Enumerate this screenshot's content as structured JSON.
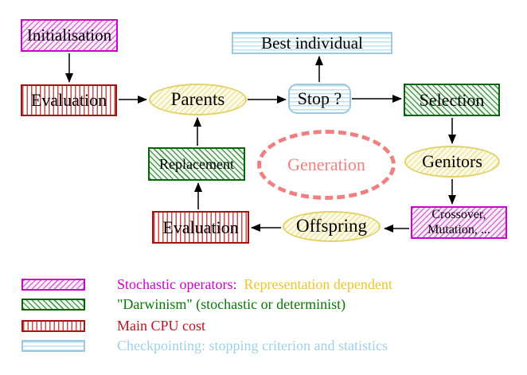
{
  "diagram": {
    "title_implicit": "Evolutionary algorithm generation loop",
    "nodes": {
      "initialisation": {
        "label": "Initialisation",
        "style": "magenta-hatch"
      },
      "evaluation_top": {
        "label": "Evaluation",
        "style": "red-stripes"
      },
      "parents": {
        "label": "Parents",
        "style": "yellow-ellipse"
      },
      "best_individual": {
        "label": "Best individual",
        "style": "cyan-stripes"
      },
      "stop": {
        "label": "Stop ?",
        "style": "cyan-stripes-rounded"
      },
      "selection": {
        "label": "Selection",
        "style": "green-hatch"
      },
      "genitors": {
        "label": "Genitors",
        "style": "yellow-ellipse"
      },
      "crossover": {
        "label_line1": "Crossover,",
        "label_line2": "Mutation, ...",
        "style": "magenta-hatch"
      },
      "offspring": {
        "label": "Offspring",
        "style": "yellow-ellipse"
      },
      "evaluation_bottom": {
        "label": "Evaluation",
        "style": "red-stripes"
      },
      "replacement": {
        "label": "Replacement",
        "style": "green-hatch"
      },
      "generation": {
        "label": "Generation",
        "style": "coral-dashed-ellipse"
      }
    },
    "edges": [
      "initialisation->evaluation_top",
      "evaluation_top->parents",
      "parents->stop",
      "stop->best_individual",
      "stop->selection",
      "selection->genitors",
      "genitors->crossover",
      "crossover->offspring",
      "offspring->evaluation_bottom",
      "evaluation_bottom->replacement",
      "replacement->parents"
    ],
    "colors": {
      "magenta": "#CC00CC",
      "red": "#A81010",
      "green": "#056405",
      "cyan": "#9CC9DE",
      "yellow": "#E2D268",
      "coral": "#F08080",
      "gold": "#EEC528",
      "black": "#000000"
    }
  },
  "legend": {
    "items": [
      {
        "swatch": "magenta-hatch",
        "text": "Stochastic operators:",
        "text2": "Representation dependent",
        "text_color": "#CC00CC",
        "text2_color": "#EEC528"
      },
      {
        "swatch": "green-hatch",
        "text": "\"Darwinism\" (stochastic or determinist)",
        "text_color": "#057805"
      },
      {
        "swatch": "red-stripes",
        "text": "Main CPU cost",
        "text_color": "#C01020"
      },
      {
        "swatch": "cyan-stripes",
        "text": "Checkpointing: stopping criterion and statistics",
        "text_color": "#9FD0E6"
      }
    ]
  }
}
